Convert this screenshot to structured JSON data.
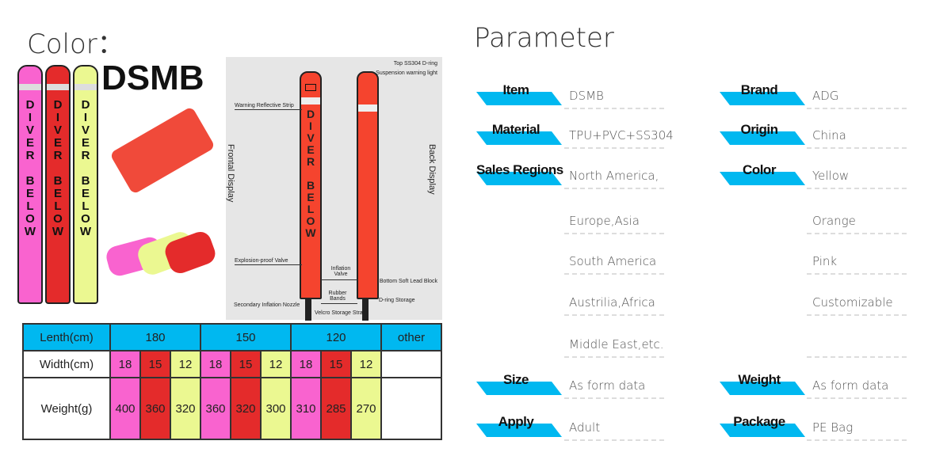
{
  "left": {
    "title": "Color：",
    "product_name": "DSMB",
    "tube_text": "DIVER BELOW"
  },
  "diagram": {
    "front": "Frontal Display",
    "back": "Back Display",
    "labels": [
      "Top SS304 D-ring",
      "Suspension warning light",
      "Warning Reflective Strip",
      "Explosion-proof Valve",
      "Inflation Valve",
      "Bottom Soft Lead Block",
      "Rubber Bands",
      "D-ring Storage",
      "Secondary Inflation Nozzle",
      "Velcro Storage Strap"
    ]
  },
  "table": {
    "row_labels": [
      "Lenth(cm)",
      "Width(cm)",
      "Weight(g)"
    ],
    "lengths": [
      "180",
      "150",
      "120",
      "other"
    ],
    "widths": [
      "18",
      "15",
      "12",
      "18",
      "15",
      "12",
      "18",
      "15",
      "12"
    ],
    "weights": [
      "400",
      "360",
      "320",
      "360",
      "320",
      "300",
      "310",
      "285",
      "270"
    ]
  },
  "colors": {
    "pink": "#f963cf",
    "red": "#e42b2b",
    "yellow": "#ebf891",
    "accent": "#00b8f0"
  },
  "param": {
    "title": "Parameter",
    "left_labels": [
      "Item",
      "Material",
      "Sales Regions",
      "Size",
      "Apply"
    ],
    "left_values": [
      "DSMB",
      "TPU+PVC+SS304",
      "North America,",
      "Europe,Asia",
      "South America",
      "Austrilia,Africa",
      "Middle East,etc.",
      "As form data",
      "Adult"
    ],
    "right_labels": [
      "Brand",
      "Origin",
      "Color",
      "Weight",
      "Package"
    ],
    "right_values": [
      "ADG",
      "China",
      "Yellow",
      "Orange",
      "Pink",
      "Customizable",
      "",
      "As form data",
      "PE Bag"
    ]
  }
}
